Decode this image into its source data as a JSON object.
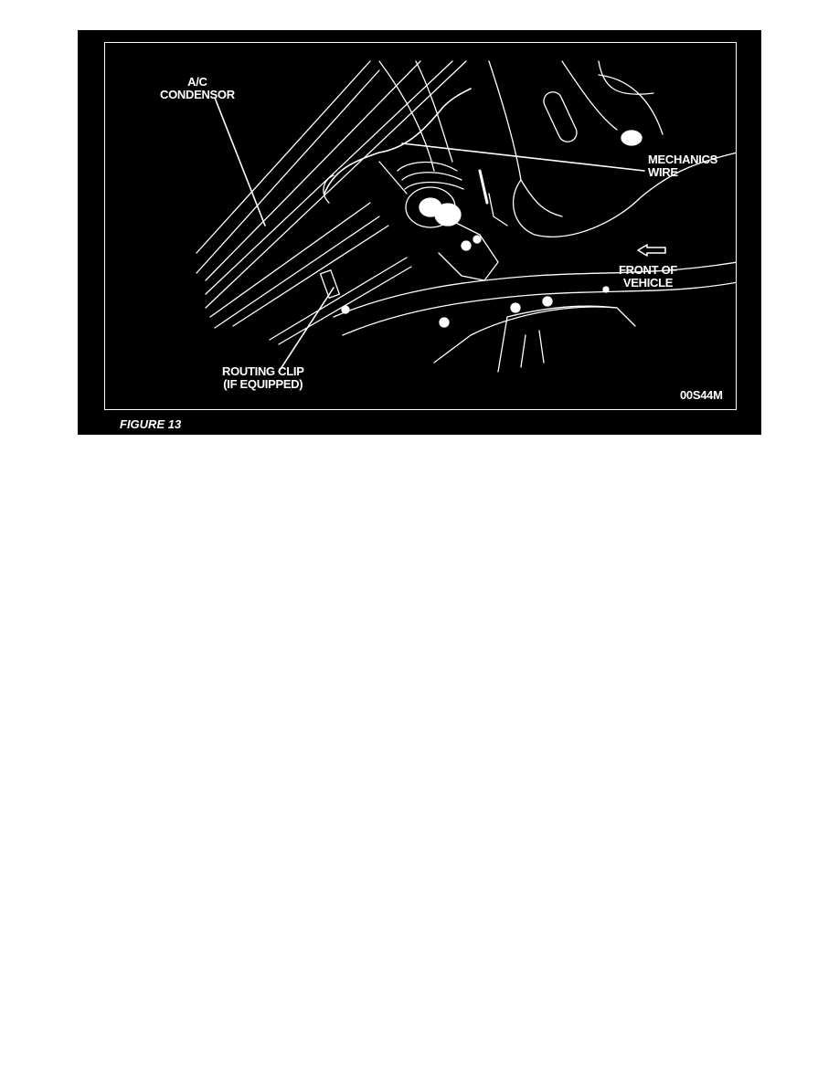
{
  "figure": {
    "caption": "FIGURE 13",
    "code": "00S44M",
    "labels": {
      "ac_condensor": "A/C\nCONDENSOR",
      "mechanics_wire": "MECHANICS\nWIRE",
      "front_of_vehicle": "FRONT OF\nVEHICLE",
      "routing_clip": "ROUTING CLIP\n(IF EQUIPPED)"
    }
  },
  "colors": {
    "background": "#000000",
    "line_art": "#ffffff",
    "page": "#ffffff"
  },
  "icons": [
    "arrow-left-icon"
  ]
}
